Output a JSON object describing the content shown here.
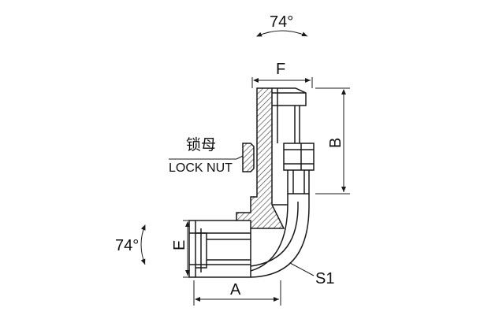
{
  "labels": {
    "top_angle": "74°",
    "left_angle": "74°",
    "dim_f": "F",
    "dim_b": "B",
    "dim_e": "E",
    "dim_a": "A",
    "dim_s1": "S1",
    "lock_nut_cn": "锁母",
    "lock_nut_en": "LOCK NUT"
  },
  "colors": {
    "line": "#1a1a1a",
    "hatch": "#333333",
    "background": "#ffffff"
  }
}
